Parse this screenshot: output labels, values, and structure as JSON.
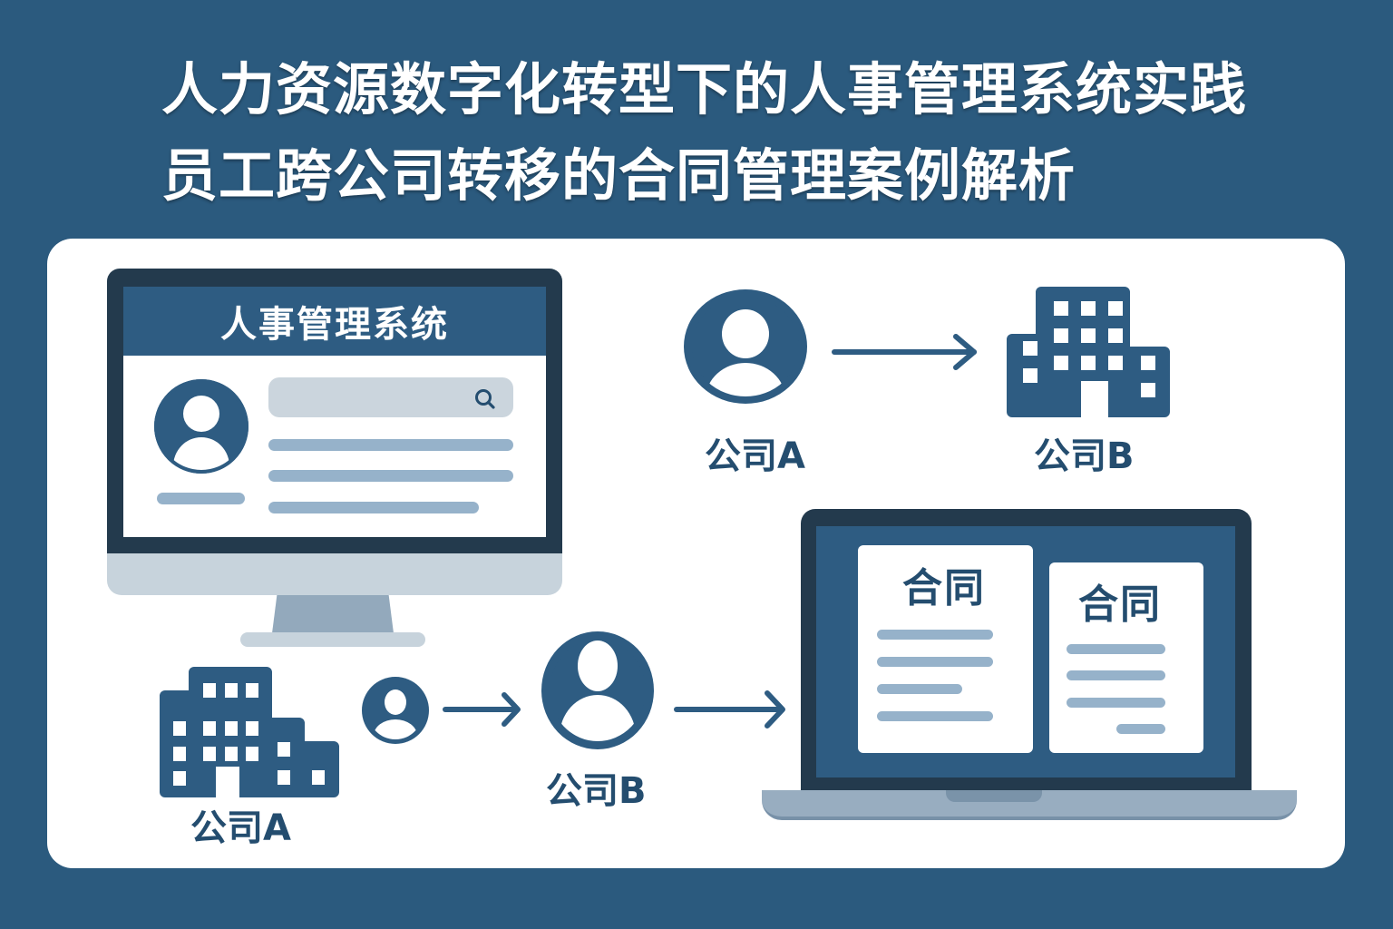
{
  "title": {
    "line1": "人力资源数字化转型下的人事管理系统实践",
    "line2": "员工跨公司转移的合同管理案例解析"
  },
  "colors": {
    "background": "#2b5a7e",
    "card": "#ffffff",
    "primary_dark": "#244d6f",
    "header_blue": "#2e5c82",
    "bezel": "#233a4d",
    "light_bar": "#96b2ca",
    "search_bg": "#cbd5dd"
  },
  "monitor": {
    "header_title": "人事管理系统",
    "icons": {
      "avatar": "user-avatar-icon",
      "search": "search-icon"
    }
  },
  "transfer_top": {
    "from_label": "公司A",
    "to_label": "公司B",
    "icons": {
      "from": "user-avatar-icon",
      "arrow": "arrow-right-icon",
      "to": "building-icon"
    }
  },
  "transfer_bottom": {
    "from_label": "公司A",
    "to_label": "公司B",
    "icons": {
      "from": "building-icon",
      "small_person": "user-avatar-icon",
      "arrow1": "arrow-right-icon",
      "to": "user-avatar-icon",
      "arrow2": "arrow-right-icon"
    }
  },
  "laptop": {
    "documents": [
      {
        "title": "合同",
        "lines": 4
      },
      {
        "title": "合同",
        "lines": 4
      }
    ]
  }
}
